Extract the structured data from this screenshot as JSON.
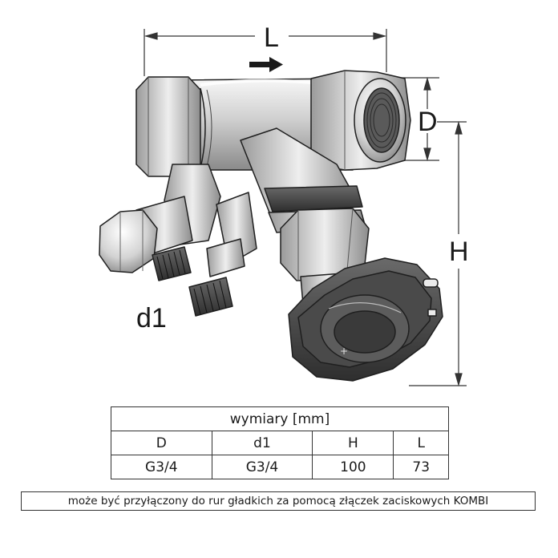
{
  "diagram": {
    "labels": {
      "L": "L",
      "D": "D",
      "H": "H",
      "d1": "d1"
    },
    "flow_arrow": "flow-direction-arrow-icon"
  },
  "table": {
    "title": "wymiary [mm]",
    "headers": [
      "D",
      "d1",
      "H",
      "L"
    ],
    "values": [
      "G3/4",
      "G3/4",
      "100",
      "73"
    ]
  },
  "note": "może być przyłączony do rur gładkich za pomocą złączek zaciskowych KOMBI"
}
